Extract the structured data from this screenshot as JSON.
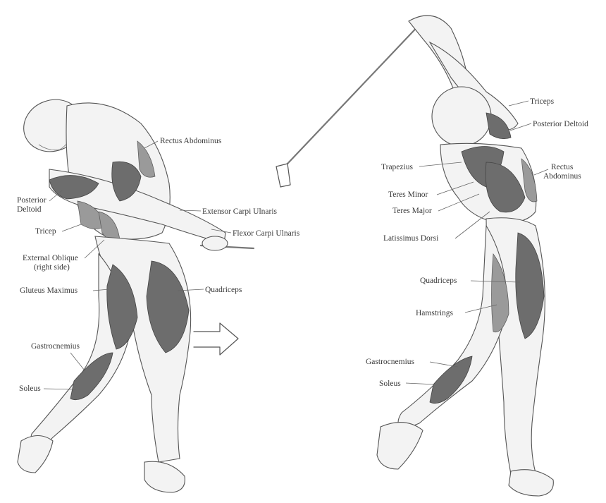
{
  "left_figure": {
    "labels": {
      "rectus_abdominus": "Rectus Abdominus",
      "posterior_deltoid_l1": "Posterior",
      "posterior_deltoid_l2": "Deltoid",
      "extensor_carpi_ulnaris": "Extensor Carpi Ulnaris",
      "flexor_carpi_ulnaris": "Flexor Carpi Ulnaris",
      "tricep": "Tricep",
      "external_oblique_l1": "External Oblique",
      "external_oblique_l2": "(right side)",
      "gluteus_maximus": "Gluteus Maximus",
      "quadriceps": "Quadriceps",
      "gastrocnemius": "Gastrocnemius",
      "soleus": "Soleus"
    }
  },
  "right_figure": {
    "labels": {
      "triceps": "Triceps",
      "posterior_deltoid": "Posterior Deltoid",
      "trapezius": "Trapezius",
      "rectus_abdominus_l1": "Rectus",
      "rectus_abdominus_l2": "Abdominus",
      "teres_minor": "Teres Minor",
      "teres_major": "Teres Major",
      "latissimus_dorsi": "Latissimus Dorsi",
      "quadriceps": "Quadriceps",
      "hamstrings": "Hamstrings",
      "gastrocnemius": "Gastrocnemius",
      "soleus": "Soleus"
    }
  }
}
